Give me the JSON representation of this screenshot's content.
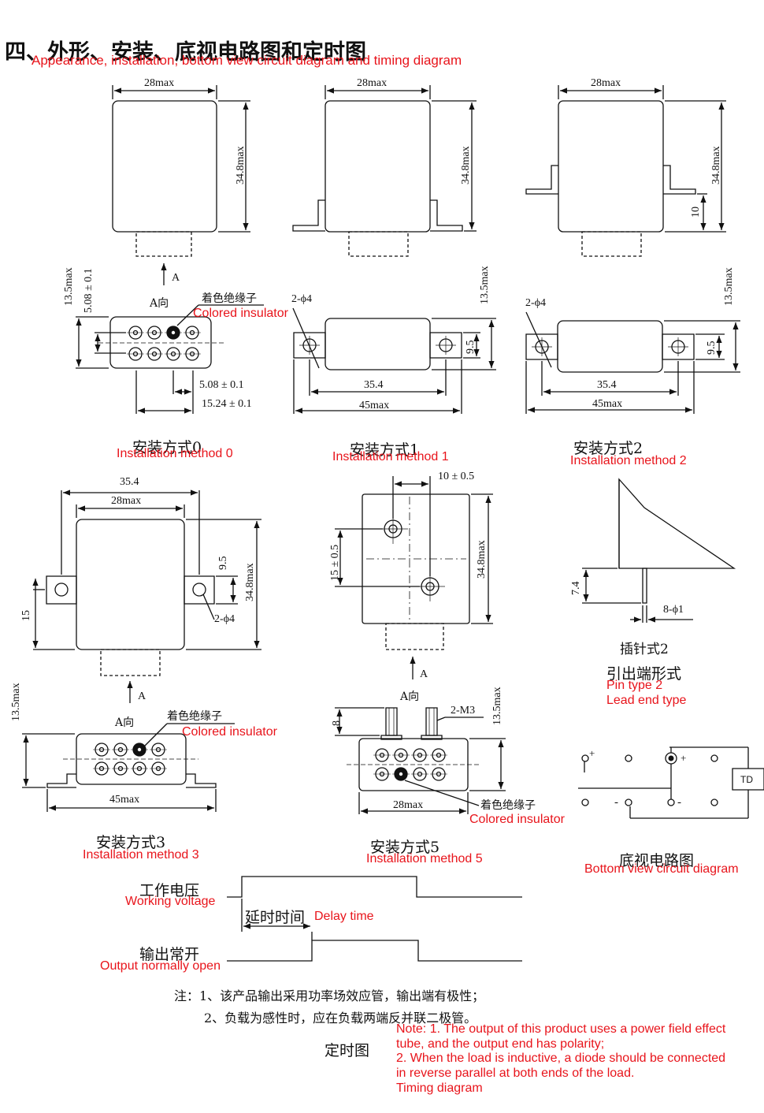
{
  "section": {
    "title_zh": "四、外形、安装、底视电路图和定时图",
    "title_en": "Appearance, installation, bottom view circuit diagram and timing diagram"
  },
  "dims": {
    "w28": "28max",
    "h348": "34.8max",
    "h10": "10",
    "h135": "13.5max",
    "p508": "5.08 ± 0.1",
    "p508b": "5.08 ± 0.1",
    "p1524": "15.24 ± 0.1",
    "hole2phi4": "2-ϕ4",
    "d354": "35.4",
    "d45": "45max",
    "d95": "9.5",
    "d15": "15",
    "d10": "10 ± 0.5",
    "d15b": "15 ± 0.5",
    "d8": "8",
    "m3": "2-M3",
    "d74": "7.4",
    "pin": "8-ϕ1",
    "arrowA": "A",
    "viewA": "A向"
  },
  "labels": {
    "insulator_zh": "着色绝缘子",
    "insulator_en": "Colored insulator",
    "method0_zh": "安装方式0",
    "method0_en": "Installation method 0",
    "method1_zh": "安装方式1",
    "method1_en": "Installation method 1",
    "method2_zh": "安装方式2",
    "method2_en": "Installation method 2",
    "method3_zh": "安装方式3",
    "method3_en": "Installation method 3",
    "method5_zh": "安装方式5",
    "method5_en": "Installation method 5",
    "pin2_zh": "插针式2",
    "leadtype_zh": "引出端形式",
    "pintype_en": "Pin type 2",
    "leadtype_en": "Lead end type",
    "circuit_zh": "底视电路图",
    "circuit_en": "Bottom view circuit diagram",
    "td": "TD",
    "plus": "+",
    "minus": "-"
  },
  "timing": {
    "working_zh": "工作电压",
    "working_en": "Working voltage",
    "delay_zh": "延时时间",
    "delay_en": "Delay time",
    "output_zh": "输出常开",
    "output_en": "Output normally open",
    "timing_zh": "定时图"
  },
  "notes": {
    "zh1": "注：1、该产品输出采用功率场效应管，输出端有极性；",
    "zh2": "2、负载为感性时，应在负载两端反并联二极管。",
    "en1": "Note: 1. The output of this product uses a power field effect",
    "en2": "tube, and the output end has polarity;",
    "en3": "2. When the load is inductive, a diode should be connected",
    "en4": "in reverse parallel at both ends of the load.",
    "en5": "Timing diagram"
  }
}
